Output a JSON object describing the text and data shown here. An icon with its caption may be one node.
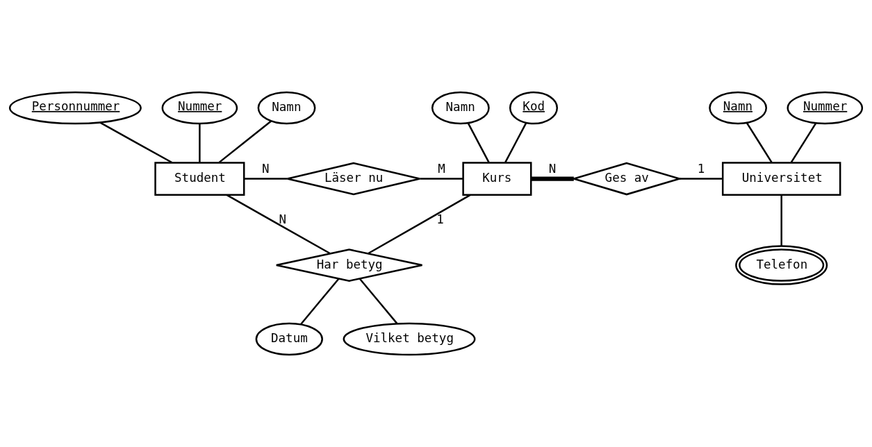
{
  "diagram": {
    "nodes": [
      {
        "text": [
          "Personnummer"
        ]
      },
      {
        "text": [
          "Nummer"
        ]
      },
      {
        "text": [
          "Namn"
        ]
      },
      {
        "text": [
          "Student"
        ]
      },
      {
        "text": [
          "Läser nu"
        ]
      },
      {
        "text": [
          "Kod"
        ]
      },
      {
        "text": [
          "Namn"
        ]
      },
      {
        "text": [
          "Kurs"
        ]
      },
      {
        "text": [
          "Ges av"
        ]
      },
      {
        "text": [
          "Nummer"
        ]
      },
      {
        "text": [
          "Namn"
        ]
      },
      {
        "text": [
          "Universitet"
        ]
      },
      {
        "text": [
          "Telefon"
        ]
      },
      {
        "text": [
          "Har betyg"
        ]
      },
      {
        "text": [
          "Datum"
        ]
      },
      {
        "text": [
          "Vilket betyg"
        ]
      }
    ],
    "edges": [
      {
        "from": 1,
        "to": 3,
        "arrow": "none"
      },
      {
        "from": 0,
        "to": 3,
        "arrow": "none"
      },
      {
        "from": 2,
        "to": 3,
        "arrow": "none"
      },
      {
        "from": 3,
        "to": 4,
        "arrow": "none",
        "label": "N"
      },
      {
        "from": 4,
        "to": 7,
        "arrow": "none",
        "label": "M"
      },
      {
        "from": 5,
        "to": 7,
        "arrow": "none"
      },
      {
        "from": 6,
        "to": 7,
        "arrow": "none"
      },
      {
        "from": 7,
        "to": 8,
        "arrow": "none",
        "label": "N",
        "style": "thick"
      },
      {
        "from": 8,
        "to": 11,
        "arrow": "none",
        "label": "1"
      },
      {
        "from": 9,
        "to": 11,
        "arrow": "none"
      },
      {
        "from": 10,
        "to": 11,
        "arrow": "none"
      },
      {
        "from": 11,
        "to": 12,
        "arrow": "none"
      },
      {
        "from": 3,
        "to": 13,
        "arrow": "none",
        "label": "N"
      },
      {
        "from": 13,
        "to": 7,
        "arrow": "none",
        "label": "1"
      },
      {
        "from": 13,
        "to": 14,
        "arrow": "none"
      },
      {
        "from": 13,
        "to": 15,
        "arrow": "none"
      }
    ]
  }
}
